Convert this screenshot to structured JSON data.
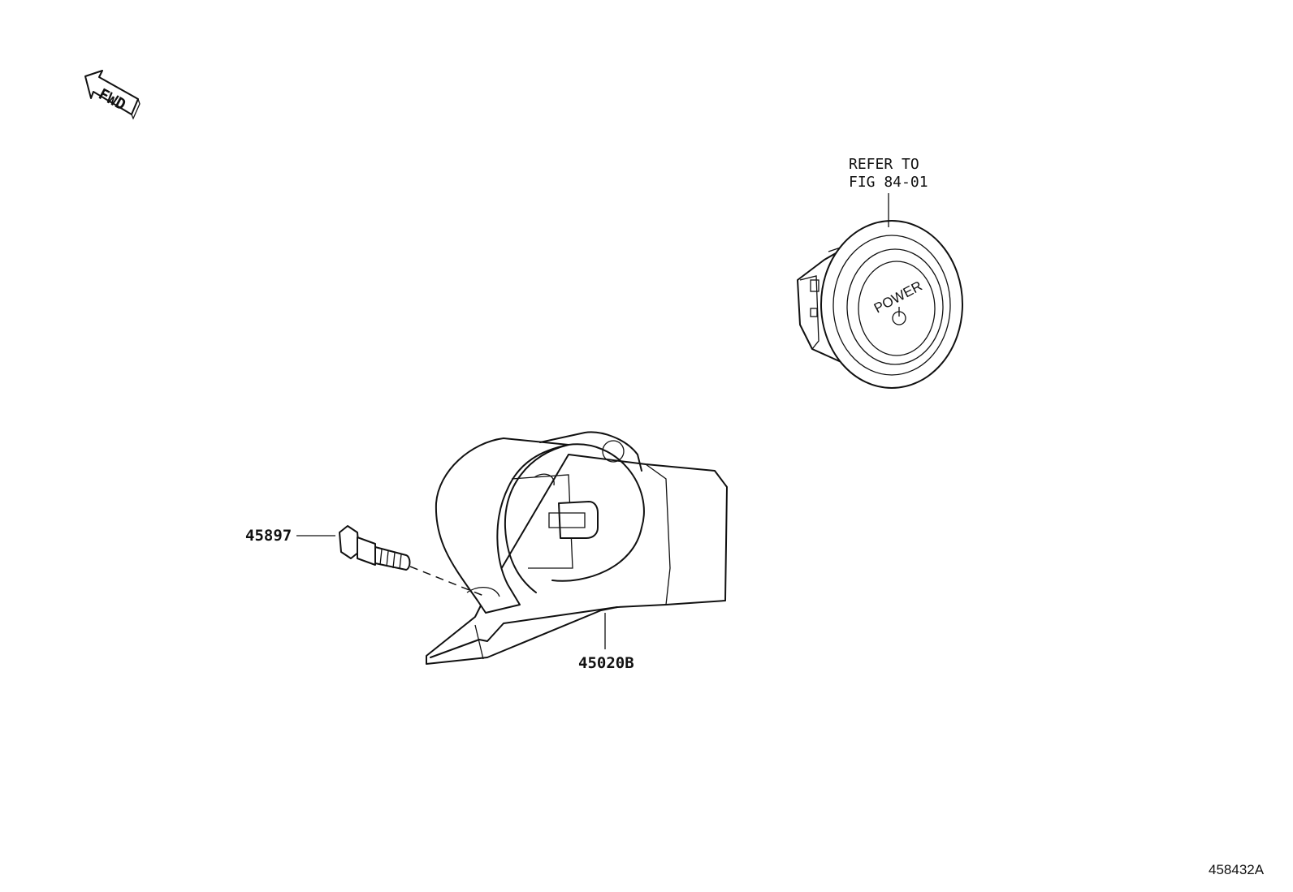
{
  "fwd_label": "FWD",
  "refer_line1": "REFER TO",
  "refer_line2": "FIG 84-01",
  "power_text": "POWER",
  "part_bolt": "45897",
  "part_bracket": "45020B",
  "figure_id": "458432A"
}
